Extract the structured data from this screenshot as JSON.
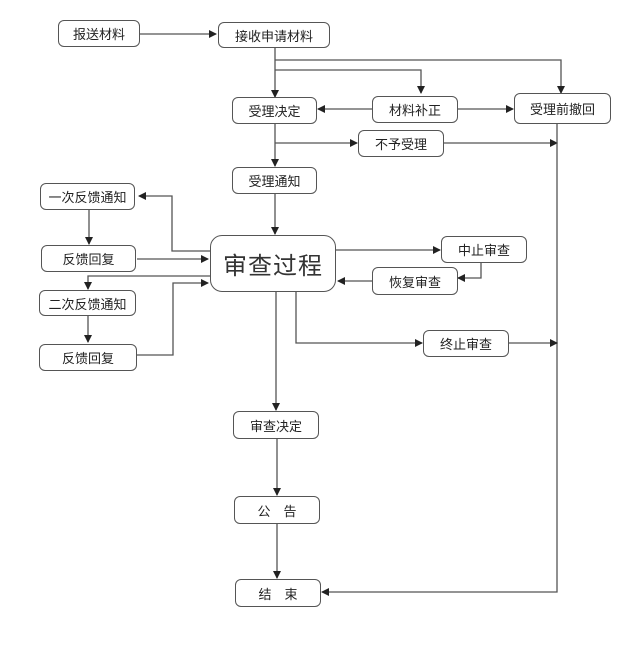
{
  "diagram": {
    "type": "flowchart",
    "nodes": {
      "submit": "报送材料",
      "receive": "接收申请材料",
      "accept_decision": "受理决定",
      "supplement": "材料补正",
      "withdraw": "受理前撤回",
      "reject": "不予受理",
      "accept_notice": "受理通知",
      "first_feedback_notice": "一次反馈通知",
      "feedback_reply_1": "反馈回复",
      "second_feedback_notice": "二次反馈通知",
      "feedback_reply_2": "反馈回复",
      "review_process": "审查过程",
      "suspend_review": "中止审查",
      "resume_review": "恢复审查",
      "terminate_review": "终止审查",
      "review_decision": "审查决定",
      "announcement": "公　告",
      "end": "结　束"
    },
    "edges": [
      [
        "submit",
        "receive"
      ],
      [
        "receive",
        "accept_decision"
      ],
      [
        "receive",
        "supplement"
      ],
      [
        "receive",
        "withdraw"
      ],
      [
        "supplement",
        "accept_decision"
      ],
      [
        "supplement",
        "withdraw"
      ],
      [
        "accept_decision",
        "reject"
      ],
      [
        "accept_decision",
        "accept_notice"
      ],
      [
        "reject",
        "end"
      ],
      [
        "withdraw",
        "end"
      ],
      [
        "accept_notice",
        "review_process"
      ],
      [
        "review_process",
        "first_feedback_notice"
      ],
      [
        "first_feedback_notice",
        "feedback_reply_1"
      ],
      [
        "feedback_reply_1",
        "review_process"
      ],
      [
        "review_process",
        "second_feedback_notice"
      ],
      [
        "second_feedback_notice",
        "feedback_reply_2"
      ],
      [
        "feedback_reply_2",
        "review_process"
      ],
      [
        "review_process",
        "suspend_review"
      ],
      [
        "suspend_review",
        "resume_review"
      ],
      [
        "resume_review",
        "review_process"
      ],
      [
        "review_process",
        "terminate_review"
      ],
      [
        "terminate_review",
        "end"
      ],
      [
        "review_process",
        "review_decision"
      ],
      [
        "review_decision",
        "announcement"
      ],
      [
        "announcement",
        "end"
      ]
    ]
  }
}
